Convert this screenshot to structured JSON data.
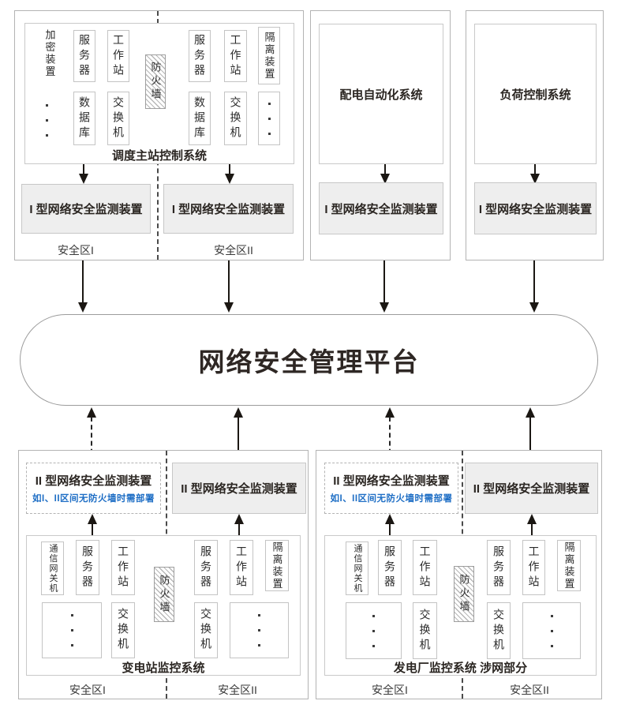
{
  "platform": {
    "label": "网络安全管理平台"
  },
  "labels": {
    "zone1": "安全区I",
    "zone2": "安全区II",
    "monitor_type1": "I 型网络安全监测装置",
    "monitor_type2": "II 型网络安全监测装置",
    "monitor_note": "如I、II区间无防火墙时需部署"
  },
  "devices": {
    "encryptor": "加密装置",
    "server": "服务器",
    "workstation": "工作站",
    "database": "数据库",
    "switch": "交换机",
    "firewall": "防火墙",
    "isolation": "隔离装置",
    "gateway": "通信网关机"
  },
  "systems": {
    "dispatch": "调度主站控制系统",
    "distribution": "配电自动化系统",
    "load_control": "负荷控制系统",
    "substation": "变电站监控系统",
    "plant": "发电厂监控系统 涉网部分"
  },
  "colors": {
    "note_blue": "#1e6ec5",
    "monitor_fill": "#eeeeee",
    "line_dark": "#1b1713"
  }
}
